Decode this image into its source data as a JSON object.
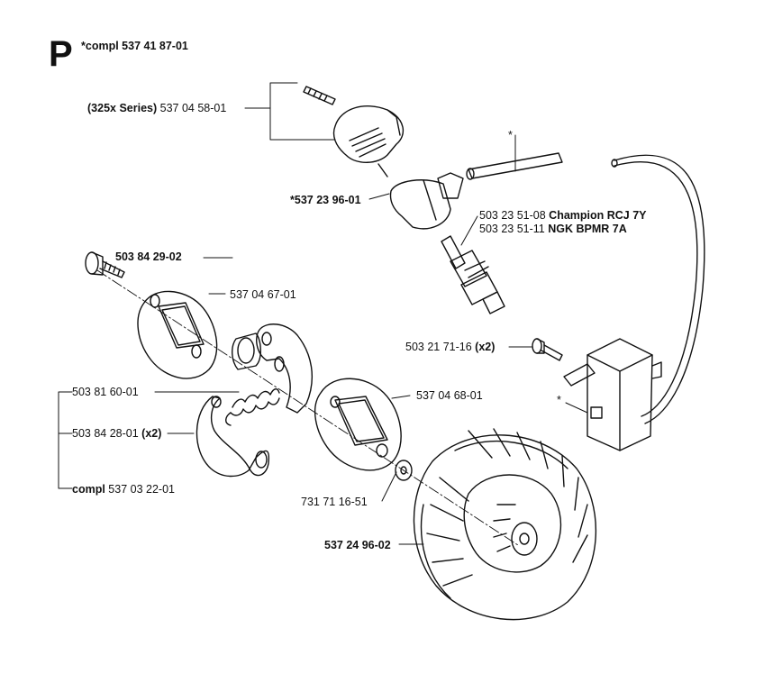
{
  "section_letter": "P",
  "header": {
    "prefix": "*compl",
    "part": "537 41 87-01"
  },
  "callouts": [
    {
      "id": "cover",
      "pre": "(325x Series)",
      "num": "537 04 58-01",
      "post": ""
    },
    {
      "id": "boot",
      "pre": "",
      "num": "*537 23 96-01",
      "post": ""
    },
    {
      "id": "star1",
      "pre": "",
      "num": "*",
      "post": ""
    },
    {
      "id": "plug1",
      "pre": "",
      "num": "503 23 51-08",
      "post": "Champion RCJ 7Y"
    },
    {
      "id": "plug2",
      "pre": "",
      "num": "503 23 51-11",
      "post": "NGK BPMR 7A"
    },
    {
      "id": "screw",
      "pre": "",
      "num": "503 84 29-02",
      "post": ""
    },
    {
      "id": "plate1",
      "pre": "",
      "num": "537 04 67-01",
      "post": ""
    },
    {
      "id": "coilscrew",
      "pre": "",
      "num": "503 21 71-16",
      "post": "(x2)"
    },
    {
      "id": "star2",
      "pre": "",
      "num": "*",
      "post": ""
    },
    {
      "id": "spring",
      "pre": "",
      "num": "503 81 60-01",
      "post": ""
    },
    {
      "id": "plate2",
      "pre": "",
      "num": "537 04 68-01",
      "post": ""
    },
    {
      "id": "shoe",
      "pre": "",
      "num": "503 84 28-01",
      "post": "(x2)"
    },
    {
      "id": "clutch",
      "pre": "compl",
      "num": "537 03 22-01",
      "post": ""
    },
    {
      "id": "washer",
      "pre": "",
      "num": "731 71 16-51",
      "post": ""
    },
    {
      "id": "flywheel",
      "pre": "",
      "num": "537 24 96-02",
      "post": ""
    }
  ]
}
